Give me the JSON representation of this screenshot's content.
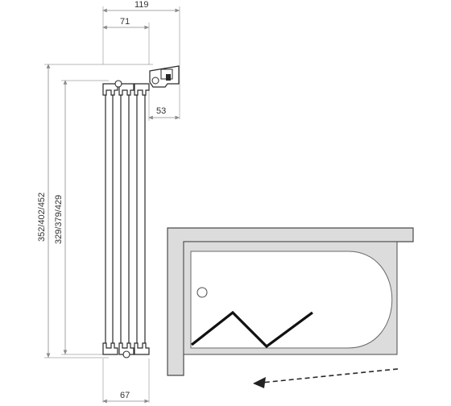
{
  "dimensions": {
    "top_total": "119",
    "top_inner": "71",
    "side_offset": "53",
    "bottom_width": "67",
    "height_outer": "352/402/452",
    "height_inner": "329/379/429"
  },
  "colors": {
    "line": "#2a2a2a",
    "dimension": "#8a8a8a",
    "bath_fill": "#dcdcdc",
    "bath_stroke": "#4a4a4a",
    "inner_fill": "#ffffff"
  },
  "icons": {
    "wall_bracket": "wall-bracket-icon",
    "hinge": "hinge-icon",
    "drain": "drain-circle-icon",
    "arrow": "dashed-arrow-left-icon"
  }
}
